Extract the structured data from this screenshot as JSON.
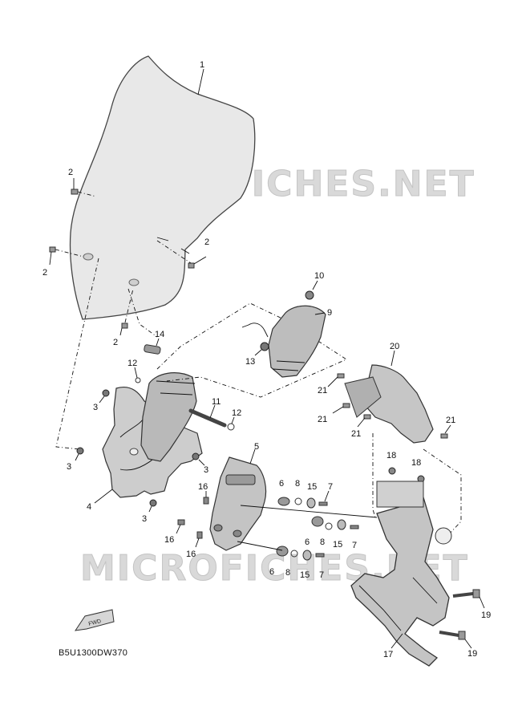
{
  "watermarks": [
    "MICROFICHES.NET",
    "MICROFICHES.NET"
  ],
  "diagram_code": "B5U1300DW370",
  "fwd_label": "FWD",
  "callouts": [
    "1",
    "2",
    "2",
    "2",
    "2",
    "3",
    "3",
    "3",
    "3",
    "4",
    "5",
    "6",
    "6",
    "6",
    "7",
    "7",
    "7",
    "8",
    "8",
    "8",
    "9",
    "10",
    "11",
    "12",
    "12",
    "13",
    "14",
    "15",
    "15",
    "15",
    "16",
    "16",
    "16",
    "17",
    "18",
    "18",
    "19",
    "19",
    "20",
    "21",
    "21",
    "21",
    "21"
  ],
  "colors": {
    "part_fill": "#c8c8c8",
    "part_dark": "#8a8a8a",
    "windshield": "#e6e6e6",
    "watermark": "#d9d9d9"
  }
}
